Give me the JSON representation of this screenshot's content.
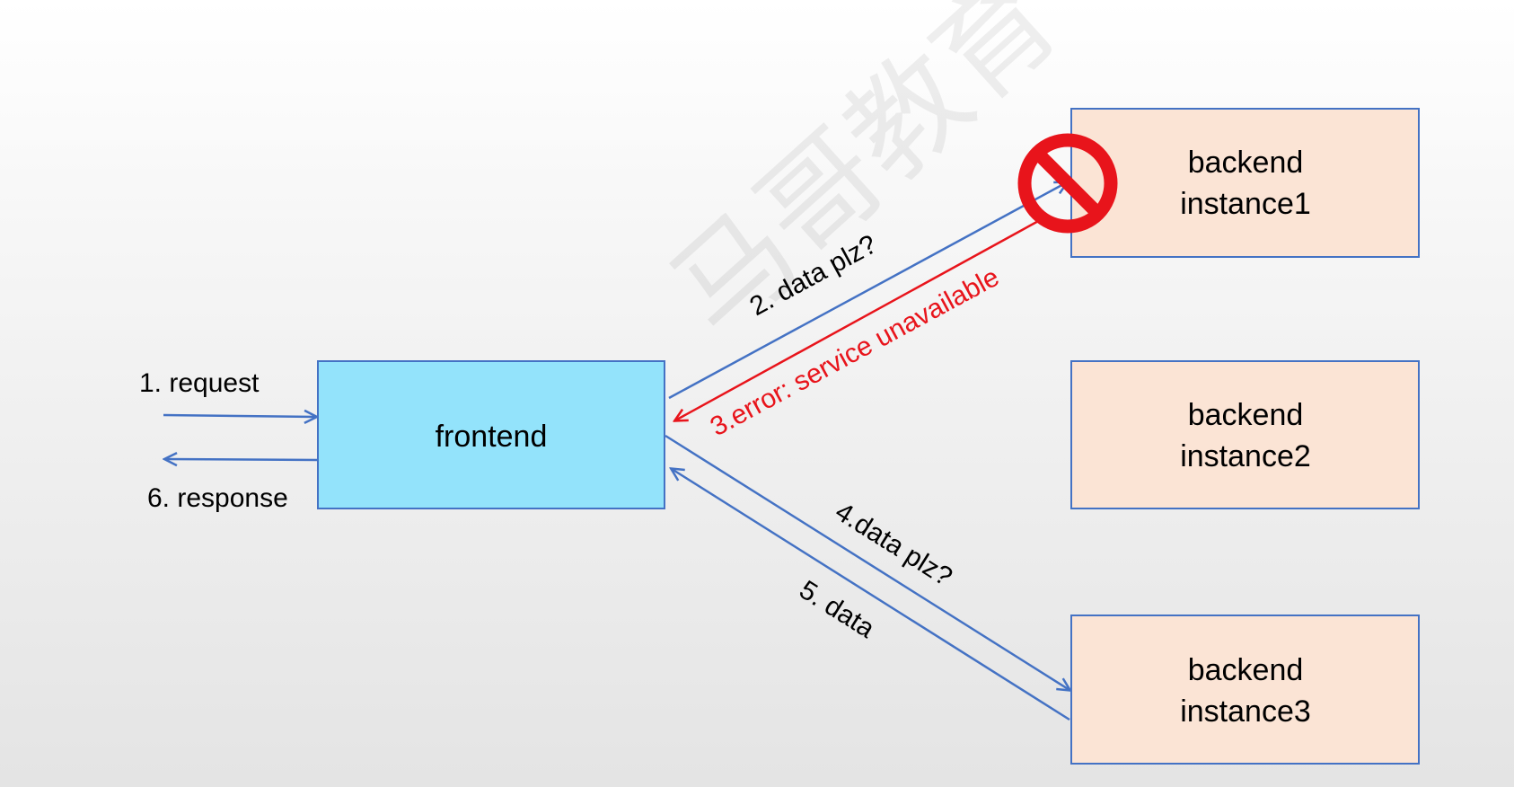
{
  "watermark": "马哥教育",
  "nodes": {
    "frontend": {
      "label": "frontend",
      "fill": "#93e3fb",
      "stroke": "#4472c4"
    },
    "backend1": {
      "line1": "backend",
      "line2": "instance1",
      "fill": "#fbe4d5",
      "stroke": "#4472c4",
      "status": "blocked"
    },
    "backend2": {
      "line1": "backend",
      "line2": "instance2",
      "fill": "#fbe4d5",
      "stroke": "#4472c4"
    },
    "backend3": {
      "line1": "backend",
      "line2": "instance3",
      "fill": "#fbe4d5",
      "stroke": "#4472c4"
    }
  },
  "edges": {
    "request": {
      "label": "1. request",
      "color": "#4472c4"
    },
    "data_plz_1": {
      "label": "2. data plz?",
      "color": "#4472c4"
    },
    "error": {
      "label": "3.error: service unavailable",
      "color": "#e8141b"
    },
    "data_plz_2": {
      "label": "4.data plz?",
      "color": "#4472c4"
    },
    "data": {
      "label": "5. data",
      "color": "#4472c4"
    },
    "response": {
      "label": "6. response",
      "color": "#4472c4"
    }
  },
  "icons": {
    "blocked": "no-entry-icon",
    "blocked_color": "#e8141b"
  }
}
